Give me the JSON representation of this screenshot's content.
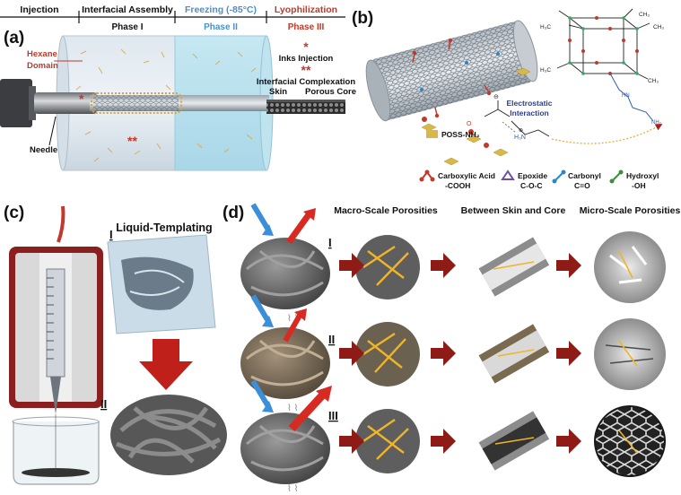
{
  "panel_a": {
    "letter": "(a)",
    "phases": [
      {
        "name": "Injection",
        "sub": ""
      },
      {
        "name": "Interfacial Assembly",
        "sub": "Phase I"
      },
      {
        "name": "Freezing (-85°C)",
        "sub": "Phase II"
      },
      {
        "name": "Lyophilization",
        "sub": "Phase III"
      }
    ],
    "hexane_label": "Hexane\nDomain",
    "needle_label": "Needle",
    "star1": "*",
    "star2": "**",
    "legend_star1": "*",
    "legend_text1": "Inks Injection",
    "legend_star2": "**",
    "legend_text2": "Interfacial Complexation",
    "skin_label": "Skin",
    "core_label": "Porous Core"
  },
  "panel_b": {
    "letter": "(b)",
    "poss_label": "POSS-NH₂",
    "interaction_label": "Electrostatic\nInteraction",
    "groups": [
      {
        "name": "Carboxylic Acid",
        "formula": "-COOH",
        "color": "#c0392b"
      },
      {
        "name": "Epoxide",
        "formula": "C-O-C",
        "color": "#6c4fa3"
      },
      {
        "name": "Carbonyl",
        "formula": "C=O",
        "color": "#2e86c1"
      },
      {
        "name": "Hydroxyl",
        "formula": "-OH",
        "color": "#3e8e41"
      }
    ]
  },
  "panel_c": {
    "letter": "(c)",
    "title": "Liquid-Templating",
    "label1": "I",
    "label2": "II"
  },
  "panel_d": {
    "letter": "(d)",
    "columns": [
      "Macro-Scale Porosities",
      "Between Skin and Core",
      "Micro-Scale Porosities"
    ],
    "rows": [
      "I",
      "II",
      "III"
    ]
  }
}
